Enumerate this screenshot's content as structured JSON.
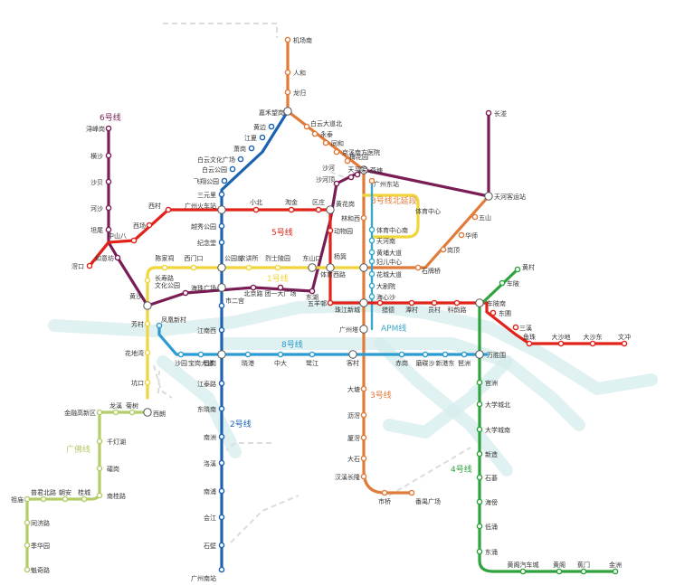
{
  "line_labels": {
    "line1": "1号线",
    "line2": "2号线",
    "line3": "3号线",
    "line3n": "3号线北延段",
    "line4": "4号线",
    "line5": "5号线",
    "line6": "6号线",
    "line8": "8号线",
    "apm": "APM线",
    "gf": "广佛线"
  },
  "colors": {
    "line1": "#f0d53c",
    "line2": "#1b63b1",
    "line3": "#e07b3a",
    "line4": "#2ea23c",
    "line5": "#e2231a",
    "line6": "#7a1d55",
    "line8": "#2b9bd0",
    "apm": "#3aa7c8",
    "gf": "#b5cc6b",
    "river": "#d6ecec",
    "planned": "#dcdcdc"
  },
  "stations": {
    "jichangnan": "机场南",
    "renhe": "人和",
    "longgui": "龙归",
    "jiahewanggang": "嘉禾望岗",
    "baiyundadaobei": "白云大道北",
    "yongtai": "永泰",
    "tonghe": "同和",
    "jingxinanfang": "京溪南方医院",
    "meihuayuan": "梅花园",
    "yantang": "燕塘",
    "guangzhoudongzhan": "广州东站",
    "huangbian": "黄边",
    "jiangxia": "江夏",
    "xiaogang": "萧岗",
    "baiyunwenhua": "白云文化广场",
    "baiyungongyuan": "白云公园",
    "feixianggongyuan": "飞翔公园",
    "sanyuanli": "三元里",
    "guangzhouhuochezhan": "广州火车站",
    "xicun": "西村",
    "xichang": "西场",
    "zhongshanba": "中山八",
    "tanwei": "坦尾",
    "rudeli": "如意坊",
    "huangsha": "黄沙",
    "xunfenggang": "浔峰岗",
    "hengsha": "横沙",
    "shabei": "沙贝",
    "hezhou": "河沙",
    "jiaokou": "滘口",
    "xiaobei": "小北",
    "taojin": "淘金",
    "qujiang": "区庄",
    "huanghuagang": "黄花岗",
    "shahe": "沙河",
    "shaheding": "沙河顶",
    "tianpingjia": "天平架",
    "linhexi": "林和西",
    "tiyuzhongxin": "体育中心",
    "tiyuzhongxinnan": "体育中心南",
    "tianhenan": "天河南",
    "huangpudadao": "黄埔大道",
    "fuerzhongxin": "妇儿中心",
    "huachengdadao": "花城大道",
    "darenyuan": "大剧院",
    "haixinsha": "海心沙",
    "guangzhouta": "广州塔",
    "zhujiangxincheng": "珠江新城",
    "wuyangcun": "五羊邨",
    "dongwuyuan": "动物园",
    "yangji": "杨箕",
    "tiyuxilu": "体育西路",
    "shipaiqiao": "石牌桥",
    "gangding": "岗顶",
    "huashi": "华师",
    "wushan": "五山",
    "tianheketaozhan": "天河客运站",
    "changban": "长湴",
    "lieduqiao": "猎德",
    "tancun": "潭村",
    "yuancun": "员村",
    "kecun_rd": "科韵路",
    "chebeinan": "车陂南",
    "dongpu": "东圃",
    "sanxi": "三溪",
    "yuzhu": "鱼珠",
    "dashadi": "大沙地",
    "dashadong": "大沙东",
    "wenchong": "文冲",
    "huangcun": "黄村",
    "chebei": "车陂",
    "wanshengwei": "万胜围",
    "guanzhou": "官洲",
    "daxuechengbei": "大学城北",
    "daxuechengnan": "大学城南",
    "xinzao": "新造",
    "shibi": "石碁",
    "haibang": "海傍",
    "diyong": "低涌",
    "dongchong": "东涌",
    "huangge_qiche": "黄阁汽车城",
    "huangge": "黄阁",
    "jiaomen": "蕉门",
    "jinzhou": "金洲",
    "yuexiugongyuan": "越秀公园",
    "jinianta": "纪念堂",
    "gongyuanqian": "公园前",
    "nongjiangsuo": "农讲所",
    "lieshilingyuan": "烈士陵园",
    "dongshankou": "东山口",
    "chenjiaci": "陈家祠",
    "ximenkou": "西门口",
    "changshoulu": "长寿路",
    "wenhuagongyuan": "文化公园",
    "haizhuguangchang": "海珠广场",
    "beijinglu": "北京路",
    "tuanyidaguangchang": "团一大广场",
    "donghu": "东湖",
    "shiergong": "市二宫",
    "jiangnanxi": "江南西",
    "changgang": "昌岗",
    "jiangtailu": "江泰路",
    "dongxiaonan": "东晓南",
    "nanzhou": "南洲",
    "luoxi": "洛溪",
    "nanpu": "南浦",
    "huijiang": "会江",
    "shibi_gz": "石壁",
    "guangzhounanzhan": "广州南站",
    "fangcun": "芳村",
    "huadiwan": "花地湾",
    "kengkou": "坑口",
    "xilang": "西朗",
    "shayuan": "沙园",
    "baogangdadao": "宝岗大道",
    "xiaogang8": "晓港",
    "zhongda": "中大",
    "lujiang": "鹭江",
    "kecun": "客村",
    "chigang": "赤岗",
    "modiesha": "磨碟沙",
    "xinganggdong": "新港东",
    "pazhou": "琶洲",
    "fenghuangxincun": "凤凰新村",
    "dashi": "大石",
    "hanxichanglong": "汉溪长隆",
    "shiqiao": "市桥",
    "fanyu_guangchang": "番禺广场",
    "xiajiao": "厦滘",
    "lijiao": "沥滘",
    "datang": "大塘",
    "kecun3": "客村",
    "longxi": "龙溪",
    "jushu": "菊树",
    "jinronggaoxin": "金融高新区",
    "qiandenghu": "千灯湖",
    "chancheng": "礌岗",
    "nanguilu": "南桂路",
    "guicheng": "桂城",
    "chaoan": "朝安",
    "pujunbeilu": "普君北路",
    "zumiao": "祖庙",
    "tongjilu": "同济路",
    "jihuayuan": "季华园",
    "kuiqilu": "魁奇路",
    "yinyan": "潭村"
  }
}
